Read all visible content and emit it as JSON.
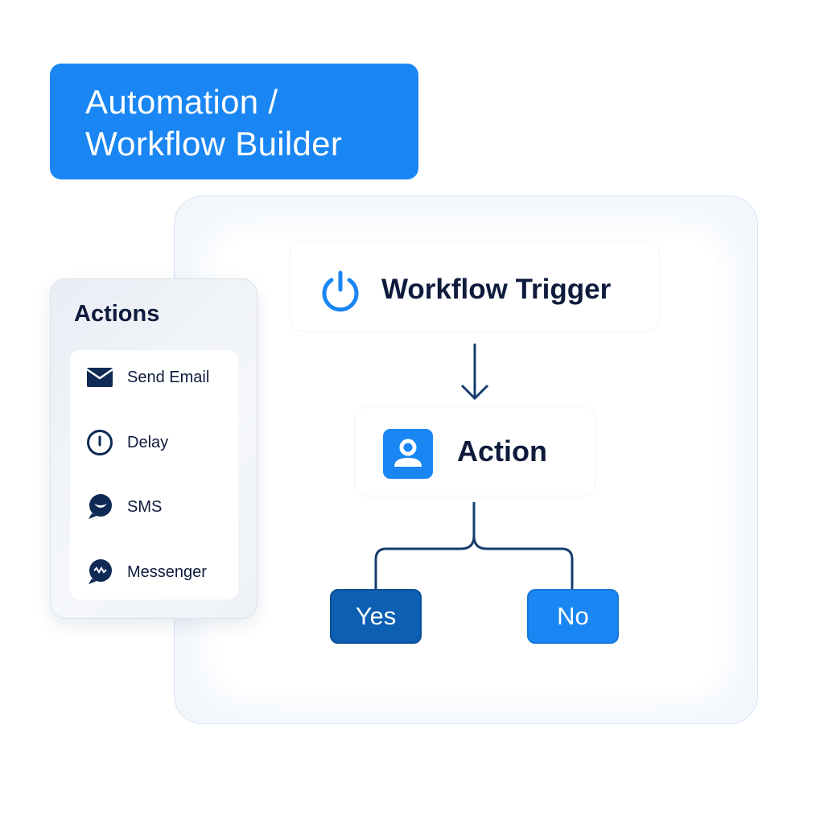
{
  "header": {
    "title_line1": "Automation /",
    "title_line2": "Workflow Builder"
  },
  "colors": {
    "accent": "#1a86f3",
    "dark_accent": "#0c5fb2",
    "text": "#0e1b3c"
  },
  "sidebar": {
    "title": "Actions",
    "items": [
      {
        "label": "Send Email",
        "icon": "envelope-icon"
      },
      {
        "label": "Delay",
        "icon": "clock-icon"
      },
      {
        "label": "SMS",
        "icon": "chat-bubble-icon"
      },
      {
        "label": "Messenger",
        "icon": "messenger-icon"
      }
    ]
  },
  "workflow": {
    "trigger": {
      "label": "Workflow Trigger",
      "icon": "power-icon"
    },
    "action": {
      "label": "Action",
      "icon": "user-icon"
    },
    "branches": {
      "yes_label": "Yes",
      "no_label": "No"
    }
  }
}
